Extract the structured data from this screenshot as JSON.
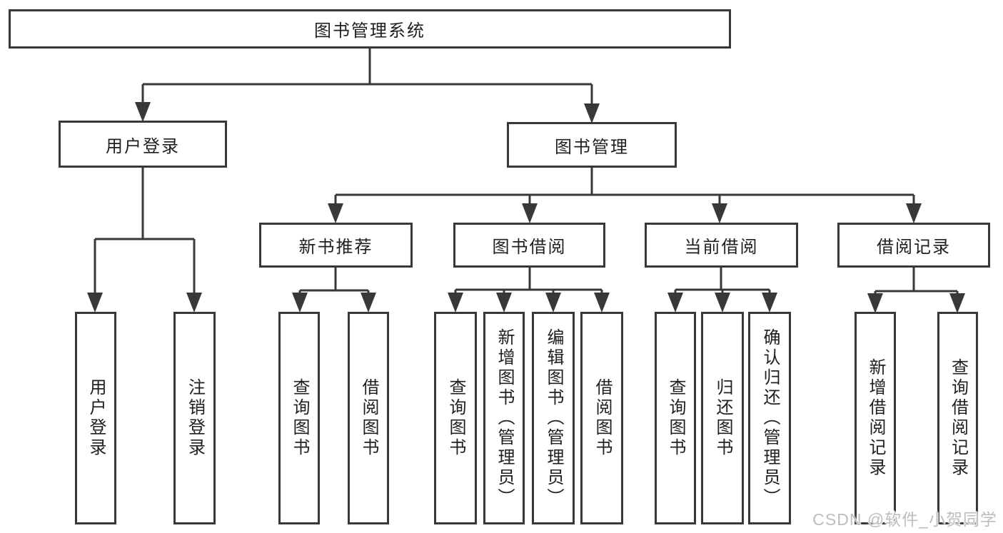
{
  "diagram_type": "hierarchy-tree",
  "tree": {
    "label": "图书管理系统",
    "children": [
      {
        "label": "用户登录",
        "children": [
          {
            "label": "用户登录"
          },
          {
            "label": "注销登录"
          }
        ]
      },
      {
        "label": "图书管理",
        "children": [
          {
            "label": "新书推荐",
            "children": [
              {
                "label": "查询图书"
              },
              {
                "label": "借阅图书"
              }
            ]
          },
          {
            "label": "图书借阅",
            "children": [
              {
                "label": "查询图书"
              },
              {
                "label": "新增图书（管理员）"
              },
              {
                "label": "编辑图书（管理员）"
              },
              {
                "label": "借阅图书"
              }
            ]
          },
          {
            "label": "当前借阅",
            "children": [
              {
                "label": "查询图书"
              },
              {
                "label": "归还图书"
              },
              {
                "label": "确认归还（管理员）"
              }
            ]
          },
          {
            "label": "借阅记录",
            "children": [
              {
                "label": "新增借阅记录"
              },
              {
                "label": "查询借阅记录"
              }
            ]
          }
        ]
      }
    ]
  },
  "watermark": {
    "text": "CSDN @软件_小贺同学"
  },
  "colors": {
    "line": "#383838",
    "box_border": "#383838",
    "background": "#ffffff",
    "text": "#1f1f1f",
    "watermark": "#bdbdbd"
  }
}
